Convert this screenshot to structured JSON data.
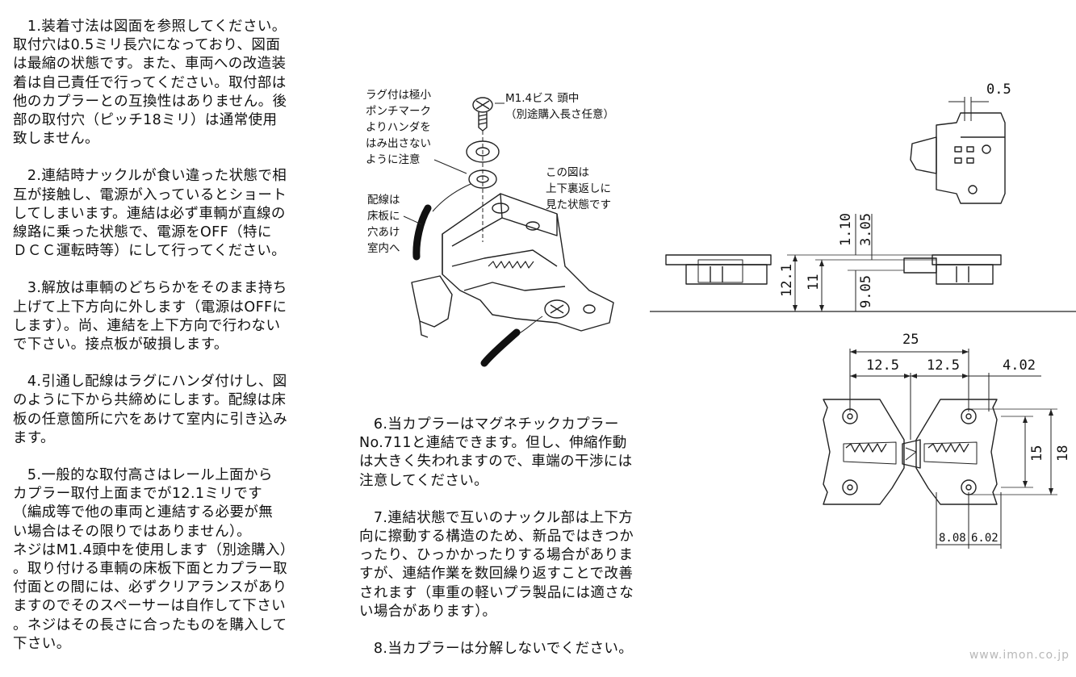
{
  "notes_left": [
    {
      "lines": [
        "　1.装着寸法は図面を参照してください。",
        "取付穴は0.5ミリ長穴になっており、図面",
        "は最縮の状態です。また、車両への改造装",
        "着は自己責任で行ってください。取付部は",
        "他のカプラーとの互換性はありません。後",
        "部の取付穴（ピッチ18ミリ）は通常使用",
        "致しません。"
      ]
    },
    {
      "lines": [
        "　2.連結時ナックルが食い違った状態で相",
        "互が接触し、電源が入っているとショート",
        "してしまいます。連結は必ず車輌が直線の",
        "線路に乗った状態で、電源をOFF（特に",
        "ＤＣＣ運転時等）にして行ってください。"
      ]
    },
    {
      "lines": [
        "　3.解放は車輌のどちらかをそのまま持ち",
        "上げて上下方向に外します（電源はOFFに",
        "します）。尚、連結を上下方向で行わない",
        "で下さい。接点板が破損します。"
      ]
    },
    {
      "lines": [
        "　4.引通し配線はラグにハンダ付けし、図",
        "のように下から共締めにします。配線は床",
        "板の任意箇所に穴をあけて室内に引き込み",
        "ます。"
      ]
    },
    {
      "lines": [
        "　5.一般的な取付高さはレール上面から",
        "カプラー取付上面までが12.1ミリです",
        "（編成等で他の車両と連結する必要が無",
        "い場合はその限りではありません）。",
        "ネジはM1.4頭中を使用します（別途購入）",
        "。取り付ける車輌の床板下面とカプラー取",
        "付面との間には、必ずクリアランスがあり",
        "ますのでそのスペーサーは自作して下さい",
        "。ネジはその長さに合ったものを購入して",
        "下さい。"
      ]
    }
  ],
  "notes_mid": [
    {
      "lines": [
        "　6.当カプラーはマグネチックカプラー",
        "No.711と連結できます。但し、伸縮作動",
        "は大きく失われますので、車端の干渉には",
        "注意してください。"
      ]
    },
    {
      "lines": [
        "　7.連結状態で互いのナックル部は上下方",
        "向に擦動する構造のため、新品ではきつか",
        "ったり、ひっかかったりする場合がありま",
        "すが、連結作業を数回繰り返すことで改善",
        "されます（車重の軽いプラ製品には適さな",
        "い場合があります）。"
      ]
    },
    {
      "lines": [
        "　8.当カプラーは分解しないでください。"
      ]
    }
  ],
  "diagram_labels": {
    "lug_note": [
      "ラグ付は極小",
      "ポンチマーク",
      "よりハンダを",
      "はみ出さない",
      "ように注意"
    ],
    "screw_note": [
      "M1.4ビス 頭中",
      "（別途購入長さ任意）"
    ],
    "flip_note": [
      "この図は",
      "上下裏返しに",
      "見た状態です"
    ],
    "wire_note": [
      "配線は",
      "床板に",
      "穴あけ",
      "室内へ"
    ]
  },
  "dimensions": {
    "d_0_5": "0.5",
    "d_1_10": "1.10",
    "d_3_05": "3.05",
    "d_12_1": "12.1",
    "d_11": "11",
    "d_9_05": "9.05",
    "d_25": "25",
    "d_12_5_left": "12.5",
    "d_12_5_right": "12.5",
    "d_4_02": "4.02",
    "d_15": "15",
    "d_18": "18",
    "d_8_08": "8.08",
    "d_6_02": "6.02"
  },
  "watermark": "www.imon.co.jp"
}
